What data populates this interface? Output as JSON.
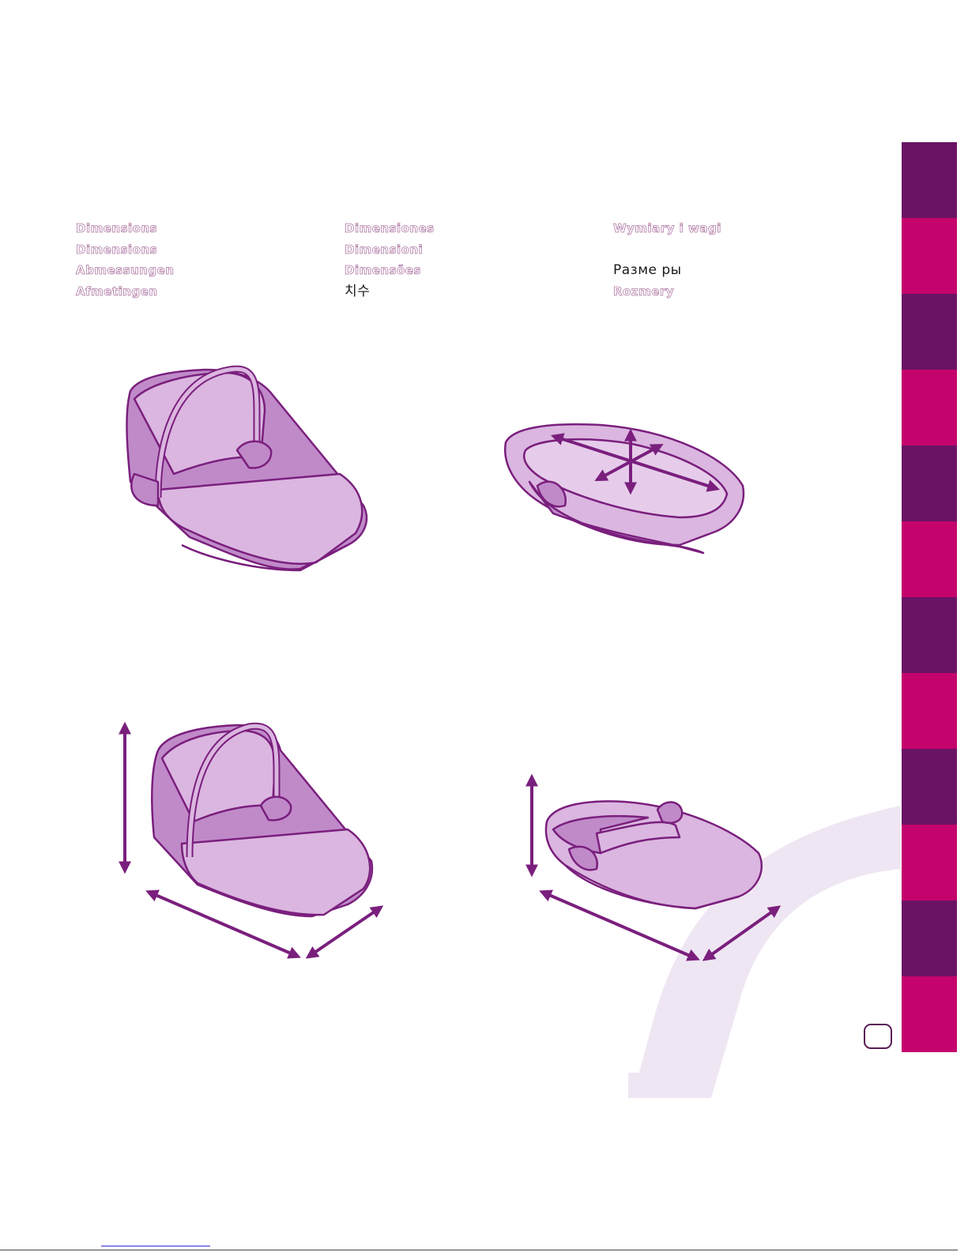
{
  "headings": {
    "column_1": [
      "Dimensions",
      "Dimensions",
      "Abmessungen",
      "Afmetingen"
    ],
    "column_2": [
      "Dimensiones",
      "Dimensioni",
      "Dimensões",
      "치수"
    ],
    "column_3": [
      "Wymiary i wagi",
      "",
      "Разме ры",
      "Rozmery"
    ]
  },
  "colors": {
    "side_tab_dark": "#6a1364",
    "side_tab_pink": "#c4046c",
    "outline_purple": "#7a1f7d",
    "fill_light": "#dbb6e0",
    "fill_mid": "#c08ac9",
    "watermark": "#efe6f3"
  },
  "illustrations": [
    "carrycot-with-hood-icon",
    "carrycot-inner-dimensions-icon",
    "carrycot-with-hood-dimensions-icon",
    "carrycot-closed-dimensions-icon"
  ]
}
